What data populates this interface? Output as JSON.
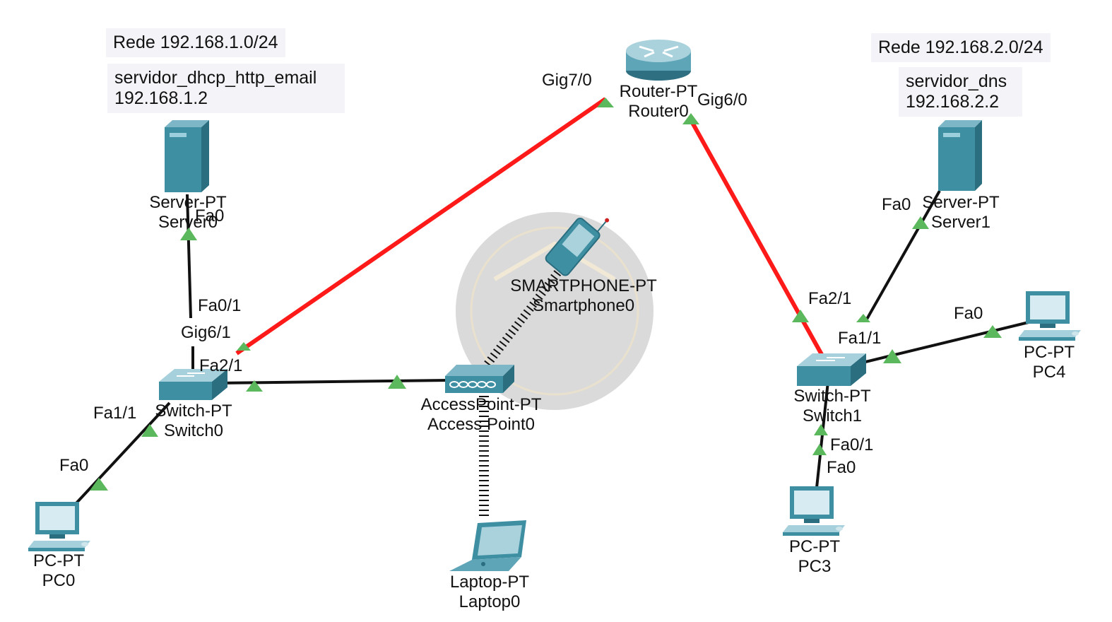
{
  "notes": {
    "net1": "Rede 192.168.1.0/24",
    "srv0": "servidor_dhcp_http_email\n192.168.1.2",
    "net2": "Rede 192.168.2.0/24",
    "srv1": "servidor_dns\n192.168.2.2"
  },
  "devices": {
    "router0": {
      "type": "Router-PT",
      "name": "Router0"
    },
    "server0": {
      "type": "Server-PT",
      "name": "Server0"
    },
    "server1": {
      "type": "Server-PT",
      "name": "Server1"
    },
    "switch0": {
      "type": "Switch-PT",
      "name": "Switch0"
    },
    "switch1": {
      "type": "Switch-PT",
      "name": "Switch1"
    },
    "ap0": {
      "type": "AccessPoint-PT",
      "name": "Access Point0"
    },
    "smartphone0": {
      "type": "SMARTPHONE-PT",
      "name": "Smartphone0"
    },
    "laptop0": {
      "type": "Laptop-PT",
      "name": "Laptop0"
    },
    "pc0": {
      "type": "PC-PT",
      "name": "PC0"
    },
    "pc3": {
      "type": "PC-PT",
      "name": "PC3"
    },
    "pc4": {
      "type": "PC-PT",
      "name": "PC4"
    }
  },
  "ports": {
    "r_gig70": "Gig7/0",
    "r_gig60": "Gig6/0",
    "srv0_fa0": "Fa0",
    "sw0_fa01": "Fa0/1",
    "sw0_gig61": "Gig6/1",
    "sw0_fa21": "Fa2/1",
    "sw0_fa11": "Fa1/1",
    "pc0_fa0": "Fa0",
    "srv1_fa0": "Fa0",
    "sw1_fa21": "Fa2/1",
    "sw1_fa11": "Fa1/1",
    "pc4_fa0": "Fa0",
    "sw1_fa01": "Fa0/1",
    "pc3_fa0": "Fa0"
  },
  "colors": {
    "router_link": "#ff1a1a",
    "copper_link": "#111111",
    "link_up": "#5cb85c",
    "device_teal": "#3f8fa3"
  }
}
